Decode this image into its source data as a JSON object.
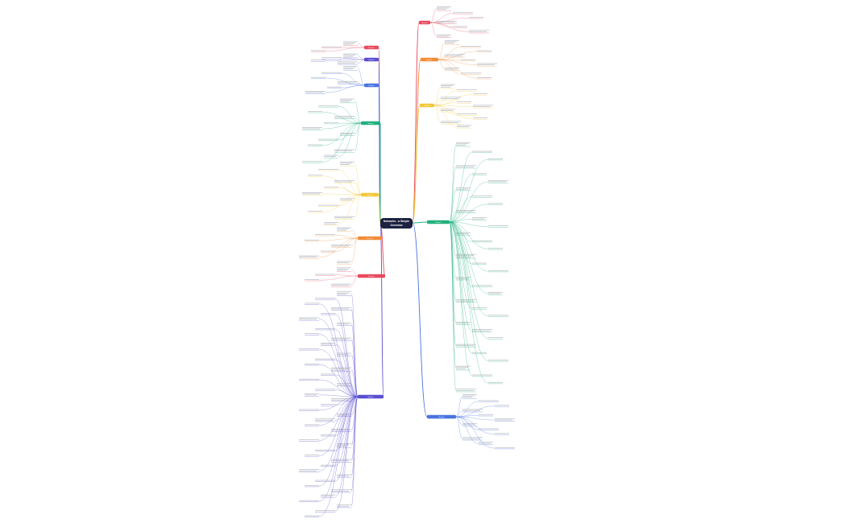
{
  "root": {
    "line1": "Networks - a Simple",
    "line2": "Overview"
  },
  "branches": [
    {
      "label": "Branch",
      "side": "right",
      "color": "#e84a5f",
      "leaves": 7
    },
    {
      "label": "Branch",
      "side": "right",
      "color": "#f28c38",
      "leaves": 9
    },
    {
      "label": "Branch",
      "side": "right",
      "color": "#f2c838",
      "leaves": 11
    },
    {
      "label": "Branch",
      "side": "right",
      "color": "#22b07d",
      "leaves": 34
    },
    {
      "label": "Branch",
      "side": "right",
      "color": "#4a73e0",
      "leaves": 12
    },
    {
      "label": "Branch",
      "side": "left",
      "color": "#e84a5f",
      "leaves": 3
    },
    {
      "label": "Branch",
      "side": "left",
      "color": "#5a4fcf",
      "leaves": 4
    },
    {
      "label": "Branch",
      "side": "left",
      "color": "#4a73e0",
      "leaves": 6
    },
    {
      "label": "Branch",
      "side": "left",
      "color": "#22b07d",
      "leaves": 12
    },
    {
      "label": "Branch",
      "side": "left",
      "color": "#f2c838",
      "leaves": 11
    },
    {
      "label": "Branch",
      "side": "left",
      "color": "#f28c38",
      "leaves": 7
    },
    {
      "label": "Branch",
      "side": "left",
      "color": "#e84a5f",
      "leaves": 4
    },
    {
      "label": "Branch",
      "side": "left",
      "color": "#5a4fcf",
      "leaves": 45
    }
  ],
  "colors": {
    "root_fill": "#1b2140",
    "leaf_text": "#9aa0ac"
  }
}
